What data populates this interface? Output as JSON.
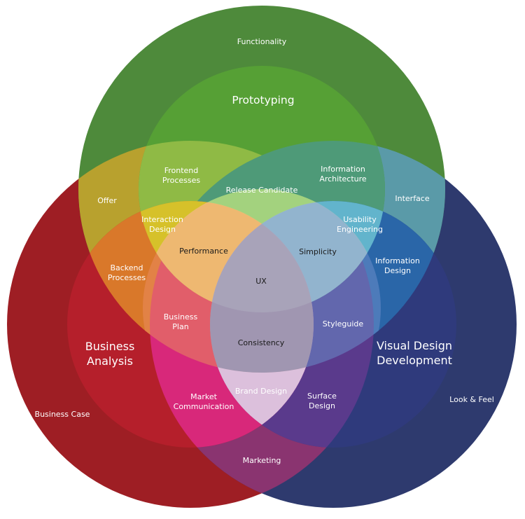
{
  "colors": {
    "outer_green": "#4e8a3b",
    "outer_red": "#9e1e24",
    "outer_navy": "#2e3a6e",
    "middle_green": "#56a035",
    "middle_red": "#b51f2b",
    "middle_navy": "#2f3a7c"
  },
  "labels": {
    "functionality": "Functionality",
    "prototyping": "Prototyping",
    "offer": "Offer",
    "interface": "Interface",
    "frontend_processes": [
      "Frontend",
      "Processes"
    ],
    "information_architecture": [
      "Information",
      "Architecture"
    ],
    "release_candidate": "Release Candidate",
    "interaction_design": [
      "Interaction",
      "Design"
    ],
    "usability_engineering": [
      "Usability",
      "Engineering"
    ],
    "performance": "Performance",
    "simplicity": "Simplicity",
    "backend_processes": [
      "Backend",
      "Processes"
    ],
    "information_design": [
      "Information",
      "Design"
    ],
    "ux": "UX",
    "business_plan": [
      "Business",
      "Plan"
    ],
    "styleguide": "Styleguide",
    "consistency": "Consistency",
    "business_analysis": [
      "Business",
      "Analysis"
    ],
    "visual_design_development": [
      "Visual Design",
      "Development"
    ],
    "brand_design": "Brand Design",
    "market_communication": [
      "Market",
      "Communication"
    ],
    "surface_design": [
      "Surface",
      "Design"
    ],
    "business_case": "Business Case",
    "look_and_feel": "Look & Feel",
    "marketing": "Marketing"
  }
}
